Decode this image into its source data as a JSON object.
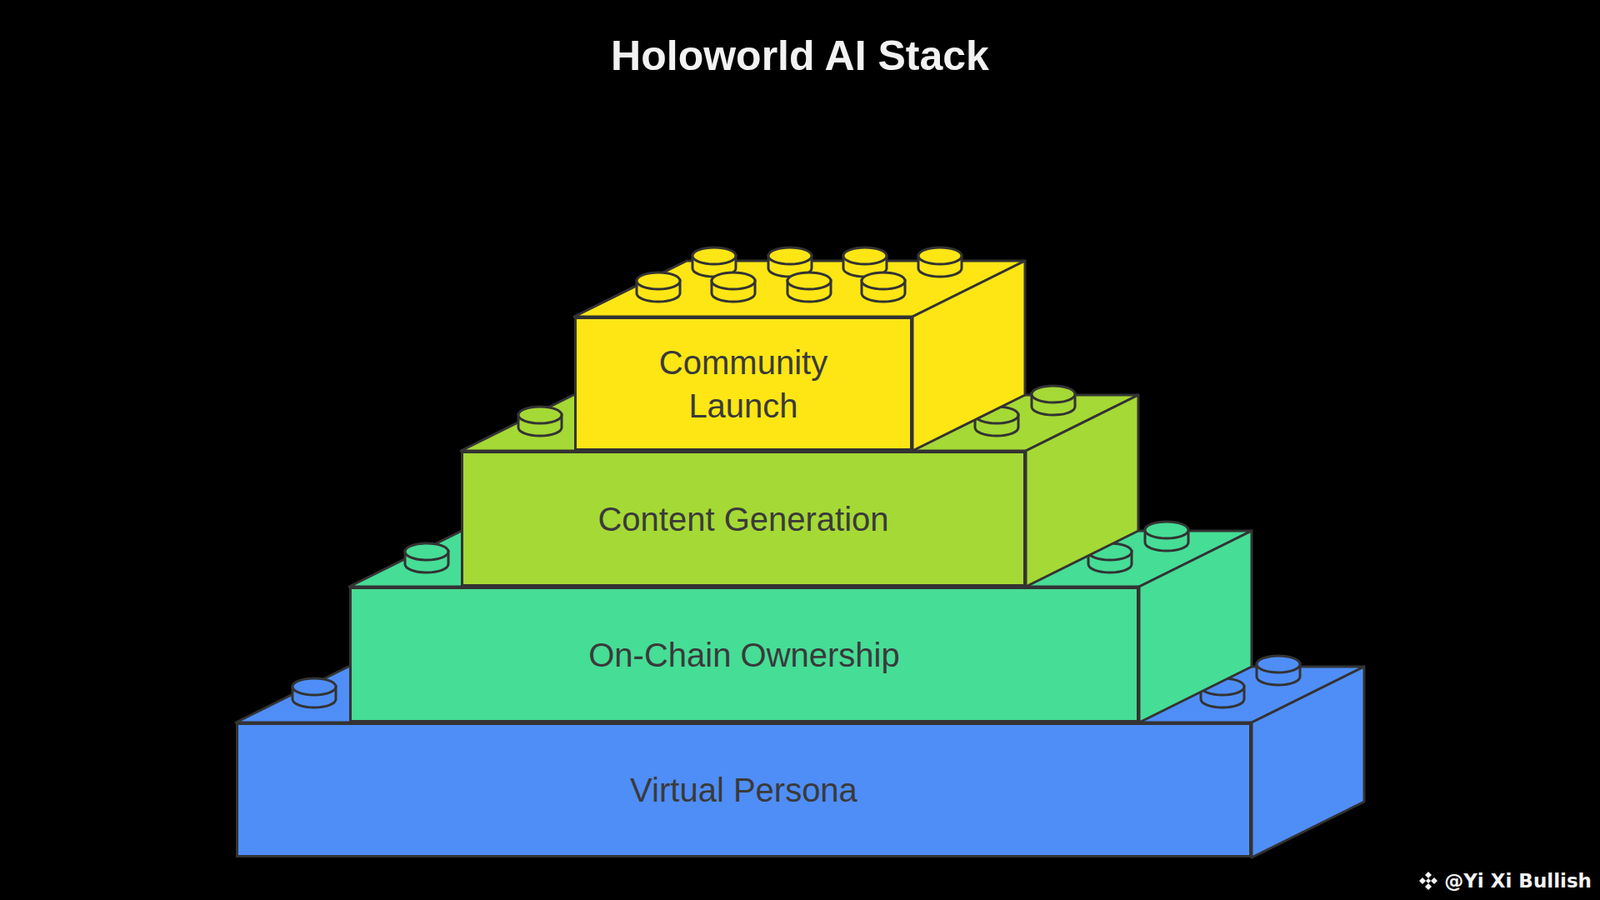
{
  "diagram": {
    "title": "Holoworld AI Stack",
    "nodes": [
      {
        "text": [
          "Community Launch"
        ]
      },
      {
        "text": [
          "Content Generation"
        ]
      },
      {
        "text": [
          "On-Chain Ownership"
        ]
      },
      {
        "text": [
          "Virtual Persona"
        ]
      }
    ],
    "labels": [
      "@Yi Xi Bullish"
    ]
  }
}
